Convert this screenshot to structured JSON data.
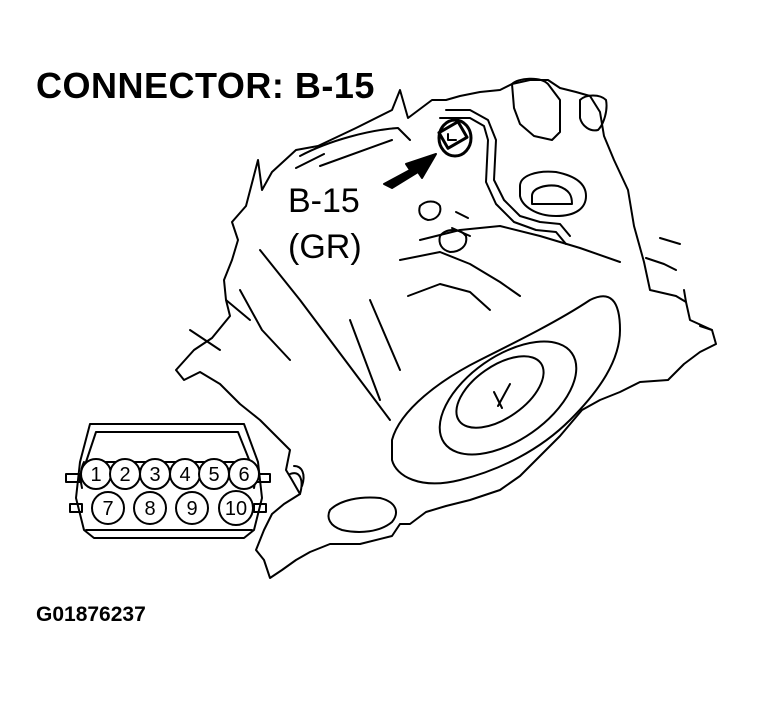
{
  "title": "CONNECTOR: B-15",
  "figure_id": "G01876237",
  "callout": {
    "connector_code": "B-15",
    "wire_color": "(GR)",
    "arrow_icon": "arrow-pointing-to-connector"
  },
  "connector": {
    "pins_top_row": [
      "1",
      "2",
      "3",
      "4",
      "5",
      "6"
    ],
    "pins_bottom_row": [
      "7",
      "8",
      "9",
      "10"
    ]
  },
  "colors": {
    "line": "#000000",
    "background": "#ffffff"
  }
}
